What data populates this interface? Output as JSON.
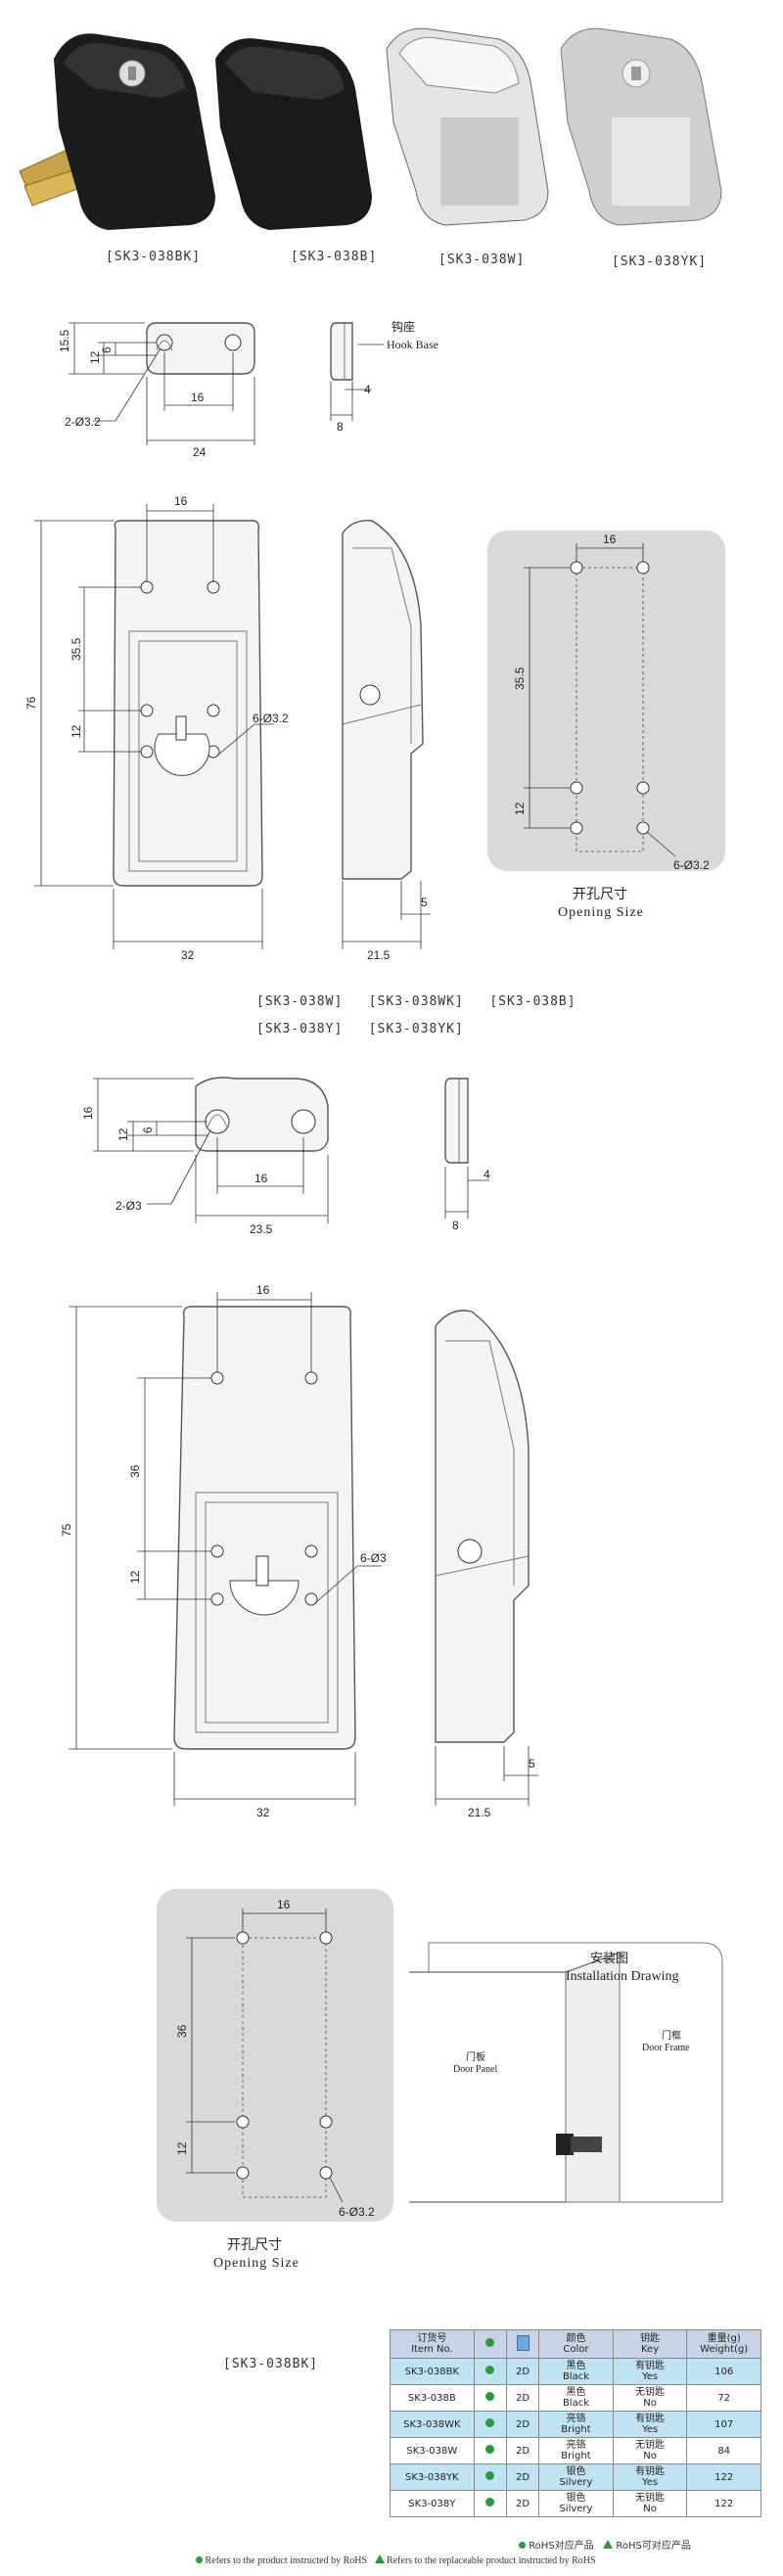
{
  "products": [
    {
      "code": "[SK3-038BK]"
    },
    {
      "code": "[SK3-038B]"
    },
    {
      "code": "[SK3-038W]"
    },
    {
      "code": "[SK3-038YK]"
    }
  ],
  "hook_base": {
    "cn": "钩座",
    "en": "Hook Base"
  },
  "dims1": {
    "h15_5": "15.5",
    "h12": "12",
    "h6": "6",
    "w16": "16",
    "w24": "24",
    "holes": "2-Ø3.2",
    "d4": "4",
    "d8": "8"
  },
  "dims2": {
    "w16": "16",
    "h76": "76",
    "h35_5": "35.5",
    "h12": "12",
    "holes": "6-Ø3.2",
    "w32": "32",
    "d21_5": "21.5",
    "d5": "5"
  },
  "opening1": {
    "w16": "16",
    "h35_5": "35.5",
    "h12": "12",
    "holes": "6-Ø3.2",
    "cn": "开孔尺寸",
    "en": "Opening Size"
  },
  "variants_line1": "[SK3-038W]   [SK3-038WK]   [SK3-038B]",
  "variants_line2": "[SK3-038Y]   [SK3-038YK]",
  "dims3": {
    "h16": "16",
    "h12": "12",
    "h6": "6",
    "w16": "16",
    "w23_5": "23.5",
    "holes": "2-Ø3",
    "d4": "4",
    "d8": "8"
  },
  "dims4": {
    "w16": "16",
    "h75": "75",
    "h36": "36",
    "h12": "12",
    "holes": "6-Ø3",
    "w32": "32",
    "d21_5": "21.5",
    "d5": "5"
  },
  "opening2": {
    "w16": "16",
    "h36": "36",
    "h12": "12",
    "holes": "6-Ø3.2",
    "cn": "开孔尺寸",
    "en": "Opening Size"
  },
  "installation": {
    "title_cn": "安装图",
    "title_en": "Installation Drawing",
    "door_panel_cn": "门板",
    "door_panel_en": "Door Panel",
    "door_frame_cn": "门框",
    "door_frame_en": "Door Frame"
  },
  "bottom_code": "[SK3-038BK]",
  "table": {
    "headers": [
      {
        "cn": "订货号",
        "en": "Item No."
      },
      {
        "cn": "RoHS",
        "en": ""
      },
      {
        "cn": "2D",
        "en": ""
      },
      {
        "cn": "颜色",
        "en": "Color"
      },
      {
        "cn": "钥匙",
        "en": "Key"
      },
      {
        "cn": "重量(g)",
        "en": "Weight(g)"
      }
    ],
    "rows": [
      {
        "item": "SK3-038BK",
        "twod": "2D",
        "color_cn": "黑色",
        "color_en": "Black",
        "key_cn": "有钥匙",
        "key_en": "Yes",
        "weight": "106"
      },
      {
        "item": "SK3-038B",
        "twod": "2D",
        "color_cn": "黑色",
        "color_en": "Black",
        "key_cn": "无钥匙",
        "key_en": "No",
        "weight": "72"
      },
      {
        "item": "SK3-038WK",
        "twod": "2D",
        "color_cn": "亮铬",
        "color_en": "Bright",
        "key_cn": "有钥匙",
        "key_en": "Yes",
        "weight": "107"
      },
      {
        "item": "SK3-038W",
        "twod": "2D",
        "color_cn": "亮铬",
        "color_en": "Bright",
        "key_cn": "无钥匙",
        "key_en": "No",
        "weight": "84"
      },
      {
        "item": "SK3-038YK",
        "twod": "2D",
        "color_cn": "银色",
        "color_en": "Silvery",
        "key_cn": "有钥匙",
        "key_en": "Yes",
        "weight": "122"
      },
      {
        "item": "SK3-038Y",
        "twod": "2D",
        "color_cn": "银色",
        "color_en": "Silvery",
        "key_cn": "无钥匙",
        "key_en": "No",
        "weight": "122"
      }
    ]
  },
  "legend": {
    "rohs_cn": "RoHS对应产品",
    "replace_cn": "RoHS可对应产品",
    "rohs_en": "Refers to the product instructed by RoHS",
    "replace_en": "Refers to the replaceable product instructed by RoHS"
  },
  "colors": {
    "rohs_green": "#2a9a3f",
    "row_highlight": "#bfe3f3",
    "panel_grey": "#d9d9db"
  }
}
